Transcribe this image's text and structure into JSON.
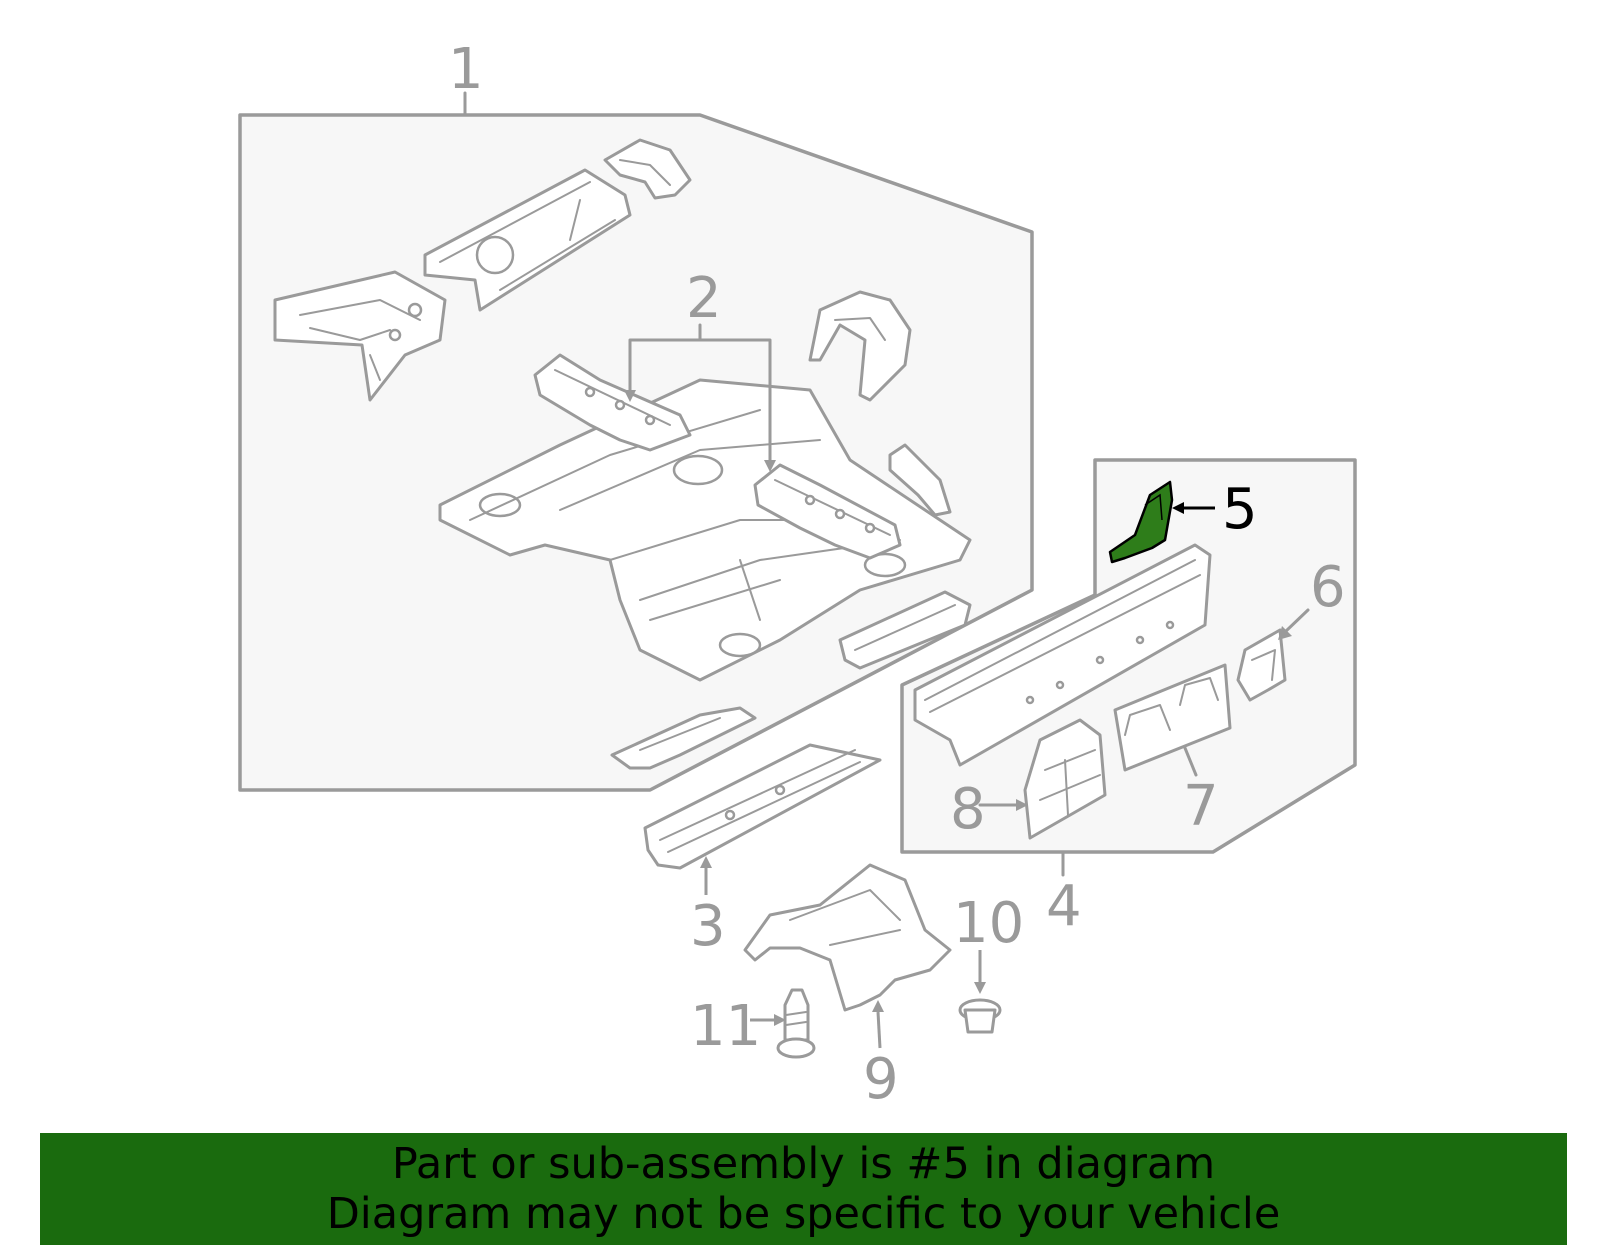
{
  "callouts": {
    "c1": "1",
    "c2": "2",
    "c3": "3",
    "c4": "4",
    "c5": "5",
    "c6": "6",
    "c7": "7",
    "c8": "8",
    "c9": "9",
    "c10": "10",
    "c11": "11"
  },
  "highlight": {
    "part_number": "5",
    "color": "#2e7d1a"
  },
  "banner": {
    "line1": "Part or sub-assembly is #5 in diagram",
    "line2": "Diagram may not be specific to your vehicle",
    "background": "#1a6b0e"
  }
}
